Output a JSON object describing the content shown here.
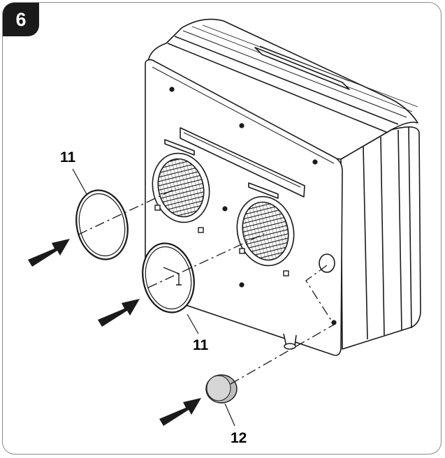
{
  "figure": {
    "step_number": "6",
    "callouts": {
      "ring_left_label": "11",
      "ring_mid_label": "11",
      "cap_label": "12"
    }
  },
  "colors": {
    "line": "#1a1a1a",
    "frame": "#8a8a8a",
    "badge": "#1a1a1a",
    "cap_fill": "#cfcfcf"
  }
}
